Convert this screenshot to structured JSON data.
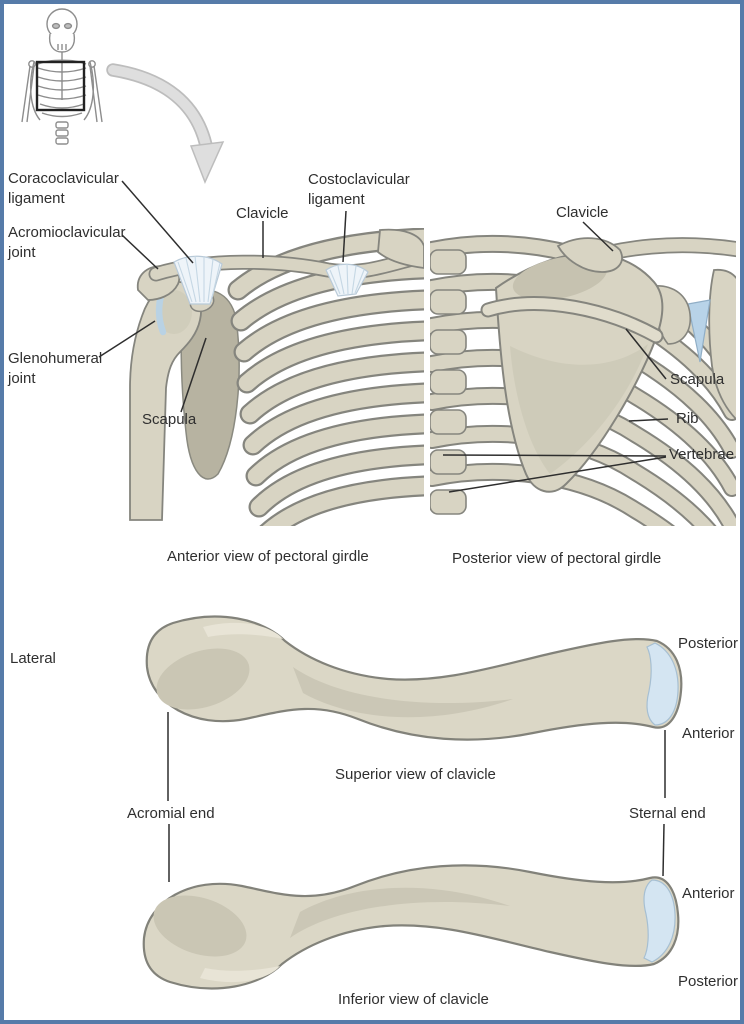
{
  "colors": {
    "frame_border": "#567ba9",
    "bone_fill": "#d8d4c3",
    "bone_shade": "#b7b3a1",
    "bone_outline": "#85857e",
    "articular_blue": "#b9d2e4",
    "ligament_white": "#eef4f9",
    "leader_line": "#2e2e2e",
    "text": "#2f2f2f",
    "arrow_gray": "#dedede"
  },
  "illustrations": {
    "skeleton_locator": "skeleton-locator-inset",
    "zoom_arrow": "zoom-arrow",
    "anterior_figure": "anterior-pectoral-girdle-illustration",
    "posterior_figure": "posterior-pectoral-girdle-illustration",
    "superior_clavicle_figure": "superior-clavicle-illustration",
    "inferior_clavicle_figure": "inferior-clavicle-illustration"
  },
  "anterior_view": {
    "caption": "Anterior view of pectoral girdle",
    "labels": {
      "coracoclavicular_ligament": "Coracoclavicular ligament",
      "acromioclavicular_joint": "Acromioclavicular joint",
      "glenohumeral_joint": "Glenohumeral joint",
      "scapula": "Scapula",
      "clavicle": "Clavicle",
      "costoclavicular_ligament": "Costoclavicular ligament"
    }
  },
  "posterior_view": {
    "caption": "Posterior view of pectoral girdle",
    "labels": {
      "clavicle": "Clavicle",
      "scapula": "Scapula",
      "rib": "Rib",
      "vertebrae": "Vertebrae"
    }
  },
  "clavicle_views": {
    "orientation_left": "Lateral",
    "acromial_end": "Acromial end",
    "sternal_end": "Sternal end",
    "superior": {
      "caption": "Superior view of clavicle",
      "posterior": "Posterior",
      "anterior": "Anterior"
    },
    "inferior": {
      "caption": "Inferior view of clavicle",
      "anterior": "Anterior",
      "posterior": "Posterior"
    }
  }
}
